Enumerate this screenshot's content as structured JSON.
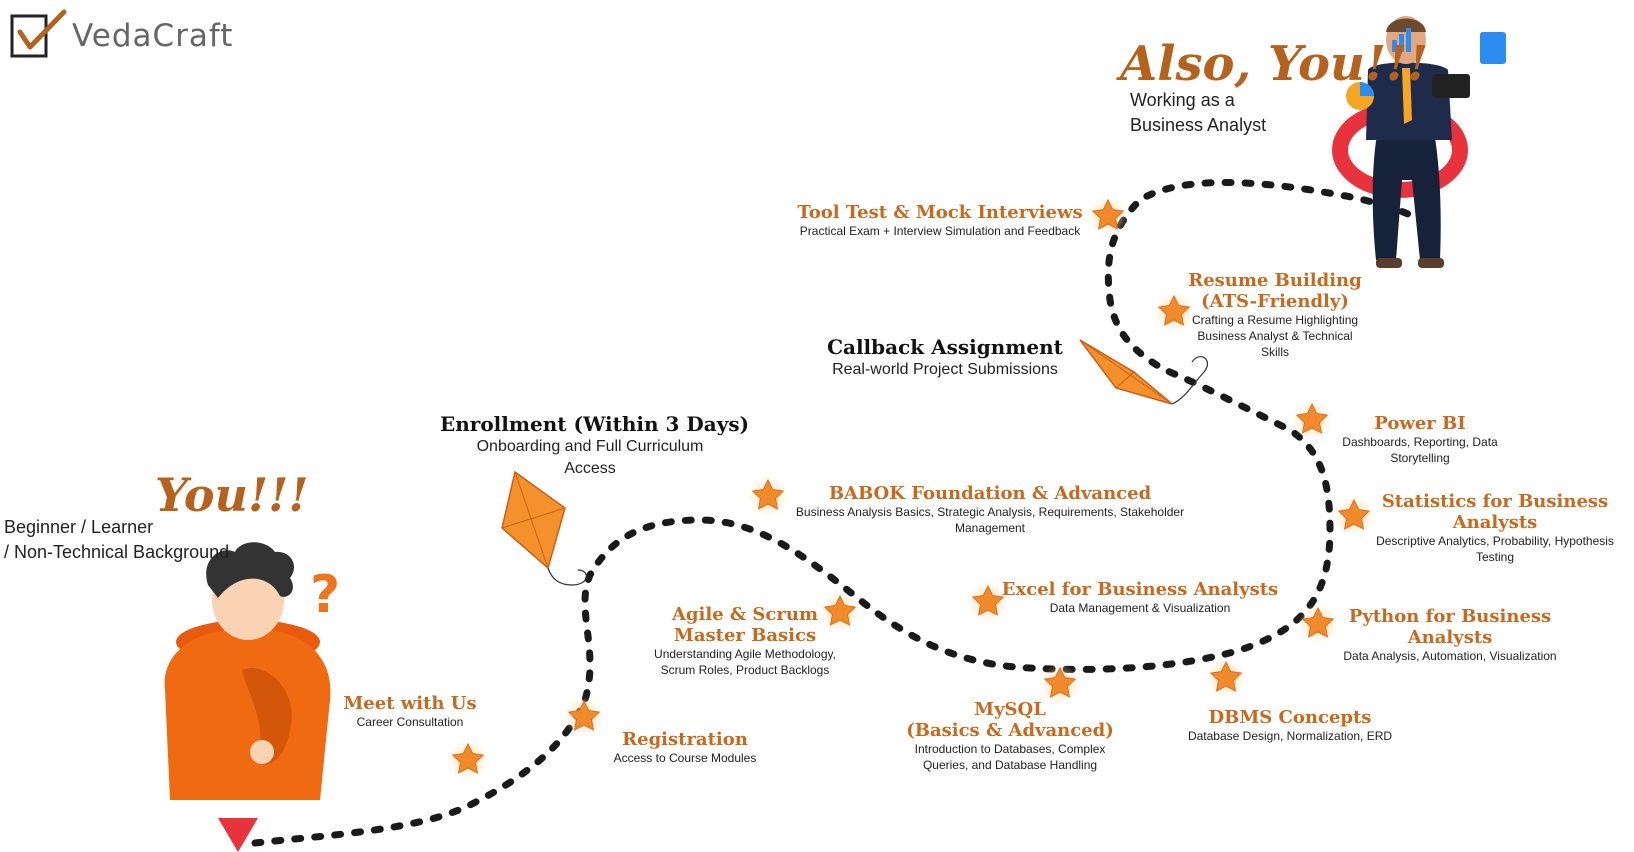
{
  "logo": {
    "text": "VedaCraft"
  },
  "start": {
    "you_label": "You!!!",
    "description_line1": "Beginner / Learner",
    "description_line2": "/ Non-Technical Background"
  },
  "goal": {
    "also_label": "Also, You!!!",
    "line1": "Working as a",
    "line2": "Business Analyst"
  },
  "milestones": [
    {
      "title": "Meet with Us",
      "subtitle": "Career Consultation"
    },
    {
      "title": "Registration",
      "subtitle": "Access to Course Modules"
    },
    {
      "title_line1": "Agile & Scrum",
      "title_line2": "Master Basics",
      "subtitle_line1": "Understanding Agile Methodology,",
      "subtitle_line2": "Scrum Roles, Product Backlogs"
    },
    {
      "title": "BABOK Foundation & Advanced",
      "subtitle_line1": "Business Analysis Basics, Strategic Analysis, Requirements, Stakeholder",
      "subtitle_line2": "Management"
    },
    {
      "title": "Excel for Business Analysts",
      "subtitle": "Data Management & Visualization"
    },
    {
      "title_line1": "MySQL",
      "title_line2": "(Basics & Advanced)",
      "subtitle_line1": "Introduction to Databases, Complex",
      "subtitle_line2": "Queries, and Database Handling"
    },
    {
      "title": "DBMS Concepts",
      "subtitle": "Database Design, Normalization, ERD"
    },
    {
      "title_line1": "Python for Business",
      "title_line2": "Analysts",
      "subtitle": "Data Analysis, Automation, Visualization"
    },
    {
      "title_line1": "Statistics for Business",
      "title_line2": "Analysts",
      "subtitle_line1": "Descriptive Analytics, Probability, Hypothesis",
      "subtitle_line2": "Testing"
    },
    {
      "title": "Power BI",
      "subtitle_line1": "Dashboards, Reporting, Data",
      "subtitle_line2": "Storytelling"
    },
    {
      "title_line1": "Resume Building",
      "title_line2": "(ATS-Friendly)",
      "subtitle_line1": "Crafting a Resume Highlighting",
      "subtitle_line2": "Business Analyst & Technical",
      "subtitle_line3": "Skills"
    },
    {
      "title": "Tool Test & Mock Interviews",
      "subtitle": "Practical Exam + Interview Simulation and Feedback"
    }
  ],
  "kites": [
    {
      "title": "Enrollment (Within 3 Days)",
      "subtitle_line1": "Onboarding and Full Curriculum",
      "subtitle_line2": "Access"
    },
    {
      "title": "Callback Assignment",
      "subtitle": "Real-world Project Submissions"
    }
  ],
  "colors": {
    "accent_orange": "#f08a2a",
    "title_orange": "#c76a1f",
    "script_brown": "#b5621f",
    "path_dots": "#1a1a1a",
    "pin_red": "#e8323c"
  }
}
